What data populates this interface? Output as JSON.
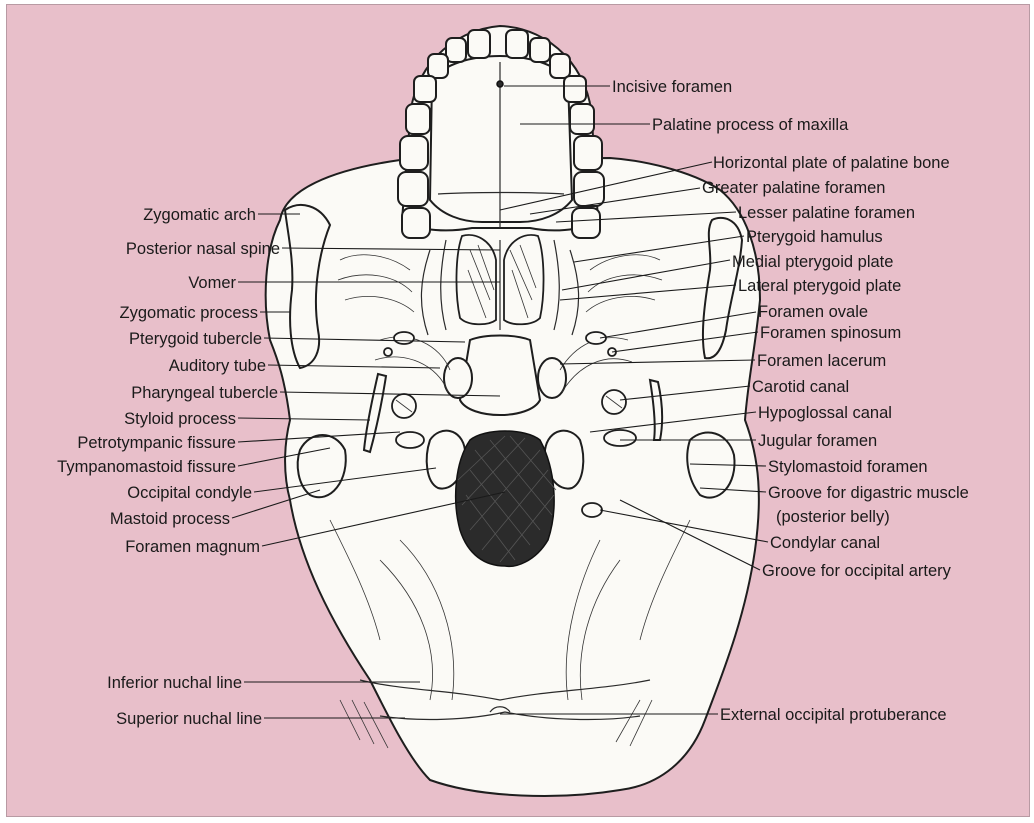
{
  "colors": {
    "background": "#e8bfca",
    "bone": "#fbfaf6",
    "ink": "#1a1a1a"
  },
  "labels": {
    "incisive_foramen": "Incisive foramen",
    "palatine_process_of_maxilla": "Palatine process of maxilla",
    "horizontal_plate_of_palatine_bone": "Horizontal plate of palatine bone",
    "greater_palatine_foramen": "Greater palatine foramen",
    "lesser_palatine_foramen": "Lesser palatine foramen",
    "pterygoid_hamulus": "Pterygoid hamulus",
    "medial_pterygoid_plate": "Medial pterygoid plate",
    "lateral_pterygoid_plate": "Lateral pterygoid plate",
    "foramen_ovale": "Foramen ovale",
    "foramen_spinosum": "Foramen spinosum",
    "foramen_lacerum": "Foramen lacerum",
    "carotid_canal": "Carotid canal",
    "hypoglossal_canal": "Hypoglossal canal",
    "jugular_foramen": "Jugular foramen",
    "stylomastoid_foramen": "Stylomastoid foramen",
    "groove_for_digastric_muscle": "Groove for digastric muscle",
    "posterior_belly": "(posterior belly)",
    "condylar_canal": "Condylar canal",
    "groove_for_occipital_artery": "Groove for occipital artery",
    "external_occipital_protuberance": "External occipital protuberance",
    "zygomatic_arch": "Zygomatic arch",
    "posterior_nasal_spine": "Posterior nasal spine",
    "vomer": "Vomer",
    "zygomatic_process": "Zygomatic process",
    "pterygoid_tubercle": "Pterygoid tubercle",
    "auditory_tube": "Auditory tube",
    "pharyngeal_tubercle": "Pharyngeal tubercle",
    "styloid_process": "Styloid process",
    "petrotympanic_fissure": "Petrotympanic fissure",
    "tympanomastoid_fissure": "Tympanomastoid fissure",
    "occipital_condyle": "Occipital condyle",
    "mastoid_process": "Mastoid process",
    "foramen_magnum": "Foramen magnum",
    "inferior_nuchal_line": "Inferior nuchal line",
    "superior_nuchal_line": "Superior nuchal line"
  }
}
